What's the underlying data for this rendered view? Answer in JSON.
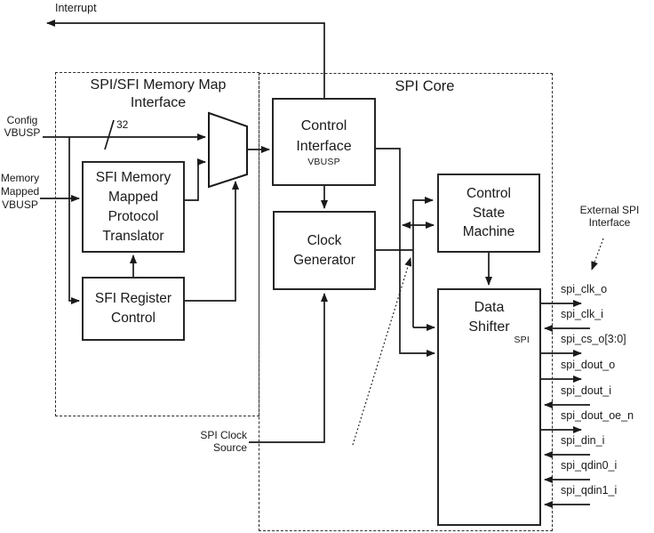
{
  "diagram": {
    "type": "block-diagram",
    "interrupt_label": "Interrupt",
    "memmap_box": {
      "title": "SPI/SFI Memory Map\nInterface"
    },
    "spicore_box": {
      "title": "SPI Core"
    },
    "inputs": {
      "config": "Config\nVBUSP",
      "memory_mapped": "Memory\nMapped\nVBUSP",
      "bus_width": "32",
      "spi_clock_source": "SPI Clock\nSource"
    },
    "blocks": {
      "sfi_mmpt": "SFI Memory\nMapped\nProtocol\nTranslator",
      "sfi_reg_ctrl": "SFI Register\nControl",
      "control_interface": "Control\nInterface",
      "control_interface_sub": "VBUSP",
      "clock_generator": "Clock\nGenerator",
      "control_state_machine": "Control\nState\nMachine",
      "data_shifter": "Data\nShifter",
      "data_shifter_sub": "SPI"
    },
    "external_spi_label": "External SPI\nInterface",
    "signals": [
      {
        "name": "spi_clk_o",
        "direction": "output"
      },
      {
        "name": "spi_clk_i",
        "direction": "input"
      },
      {
        "name": "spi_cs_o[3:0]",
        "direction": "output"
      },
      {
        "name": "spi_dout_o",
        "direction": "output"
      },
      {
        "name": "spi_dout_i",
        "direction": "input"
      },
      {
        "name": "spi_dout_oe_n",
        "direction": "output"
      },
      {
        "name": "spi_din_i",
        "direction": "input"
      },
      {
        "name": "spi_qdin0_i",
        "direction": "input"
      },
      {
        "name": "spi_qdin1_i",
        "direction": "input"
      }
    ],
    "colors": {
      "line": "#1a1a1a",
      "background": "#ffffff"
    }
  }
}
